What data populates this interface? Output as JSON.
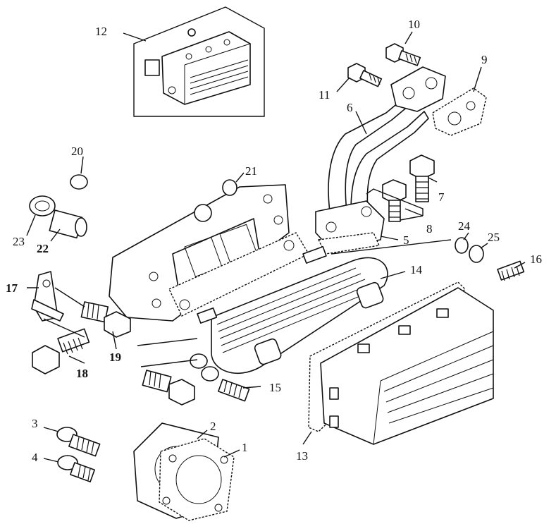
{
  "callouts": {
    "c1": "1",
    "c2": "2",
    "c3": "3",
    "c4": "4",
    "c5": "5",
    "c6": "6",
    "c7": "7",
    "c8": "8",
    "c9": "9",
    "c10": "10",
    "c11": "11",
    "c12": "12",
    "c13": "13",
    "c14": "14",
    "c15": "15",
    "c16": "16",
    "c17": "17",
    "c18": "18",
    "c19": "19",
    "c20": "20",
    "c21": "21",
    "c22": "22",
    "c23": "23",
    "c24": "24",
    "c25": "25"
  },
  "colors": {
    "line": "#111111",
    "background": "#ffffff"
  }
}
